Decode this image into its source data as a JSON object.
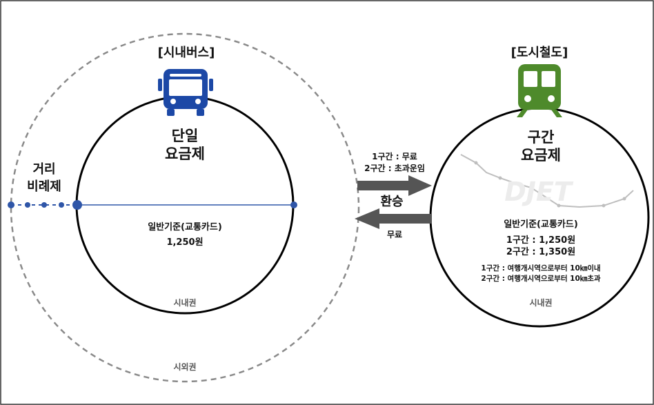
{
  "bus": {
    "title": "[시내버스]",
    "fare_type_line1": "단일",
    "fare_type_line2": "요금제",
    "distance_line1": "거리",
    "distance_line2": "비례제",
    "standard": "일반기준(교통카드)",
    "fare": "1,250원",
    "inner_zone": "시내권",
    "outer_zone": "시외권",
    "icon": "bus-icon",
    "color": "#1c48a6"
  },
  "rail": {
    "title": "[도시철도]",
    "fare_type_line1": "구간",
    "fare_type_line2": "요금제",
    "standard": "일반기준(교통카드)",
    "fare1": "1구간 : 1,250원",
    "fare2": "2구간 : 1,350원",
    "note1": "1구간 : 여행개시역으로부터 10㎞이내",
    "note2": "2구간 : 여행개시역으로부터 10㎞초과",
    "zone": "시내권",
    "icon": "train-icon",
    "color": "#4e8a2b",
    "watermark": "DJET"
  },
  "transfer": {
    "label": "환승",
    "to_rail_line1": "1구간 : 무료",
    "to_rail_line2": "2구간 : 초과운임",
    "to_bus": "무료"
  }
}
